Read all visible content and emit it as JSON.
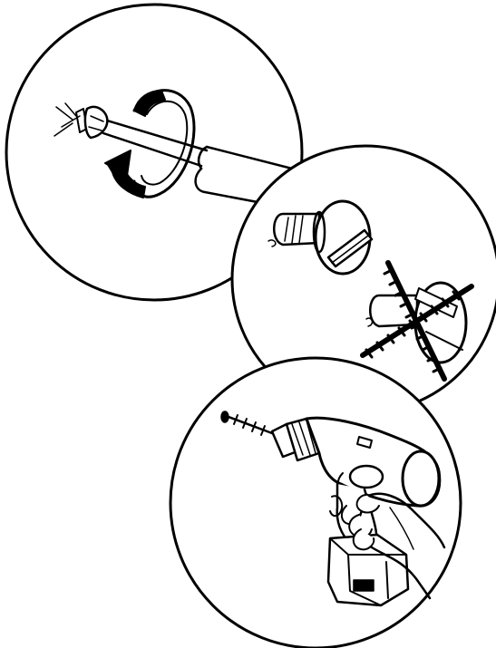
{
  "illustration": {
    "panels": [
      {
        "id": "screwdriver",
        "icon": "screwdriver-rotate-icon"
      },
      {
        "id": "screw-head",
        "icon": "screw-head-correct-incorrect-icon"
      },
      {
        "id": "drill",
        "icon": "cordless-drill-icon"
      }
    ],
    "colors": {
      "ink": "#000000",
      "paper": "#ffffff"
    }
  }
}
